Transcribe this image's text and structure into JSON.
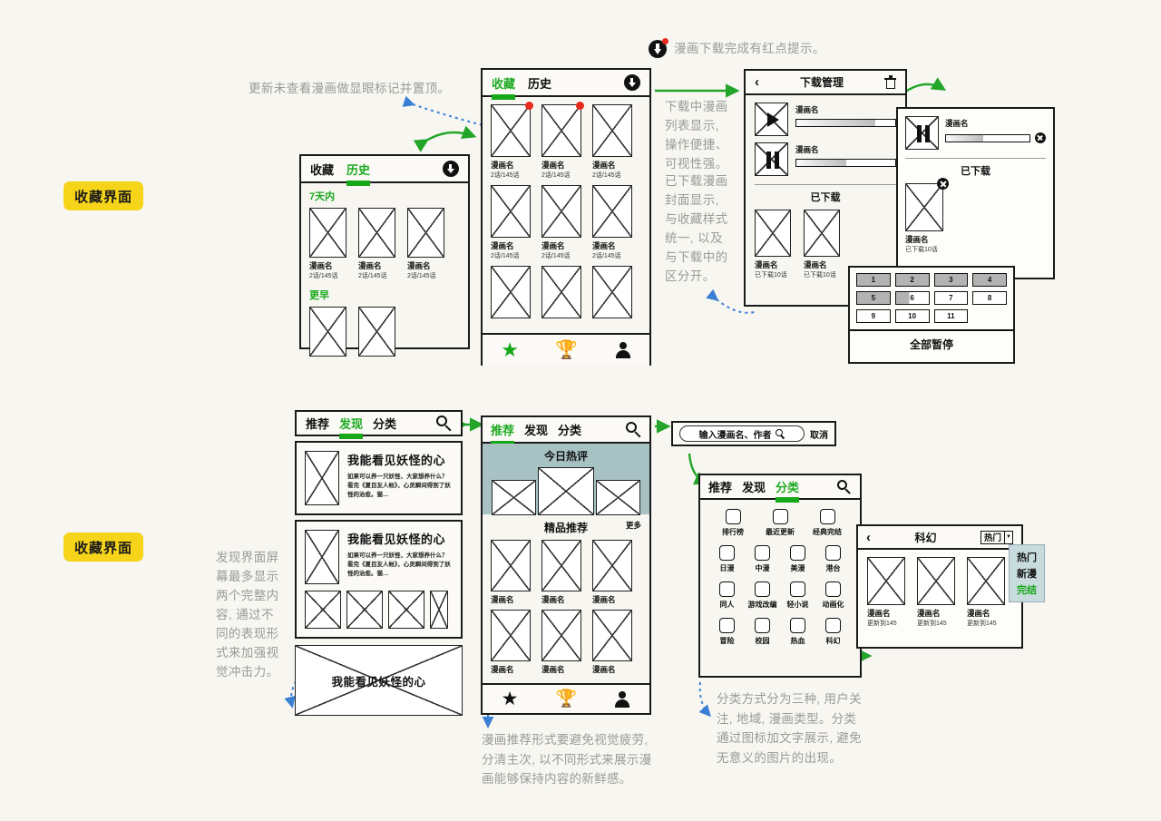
{
  "badges": {
    "top": "收藏界面",
    "bottom": "收藏界面"
  },
  "notes": {
    "top_left": "更新未查看漫画做显眼标记并置顶。",
    "red_dot": "漫画下载完成有红点提示。",
    "download_1": "下载中漫画\n列表显示,\n操作便捷、\n可视性强。",
    "download_2": "已下载漫画\n封面显示,\n与收藏样式\n统一, 以及\n与下载中的\n区分开。",
    "discover": "发现界面屏\n幕最多显示\n两个完整内\n容, 通过不\n同的表现形\n式来加强视\n觉冲击力。",
    "recommend": "漫画推荐形式要避免视觉疲劳,\n分清主次, 以不同形式来展示漫\n画能够保持内容的新鲜感。",
    "category": "分类方式分为三种, 用户关\n注, 地域, 漫画类型。分类\n通过图标加文字展示, 避免\n无意义的图片的出现。"
  },
  "history_screen": {
    "tabs": [
      {
        "label": "收藏",
        "active": false
      },
      {
        "label": "历史",
        "active": true
      }
    ],
    "download_icon": "download-circle-icon",
    "sections": [
      {
        "title": "7天内",
        "items": [
          {
            "name": "漫画名",
            "progress": "2话/145话"
          },
          {
            "name": "漫画名",
            "progress": "2话/145话"
          },
          {
            "name": "漫画名",
            "progress": "2话/145话"
          }
        ]
      },
      {
        "title": "更早",
        "items": [
          {
            "name": "",
            "progress": ""
          },
          {
            "name": "",
            "progress": ""
          }
        ]
      }
    ]
  },
  "favorite_screen": {
    "tabs": [
      {
        "label": "收藏",
        "active": true
      },
      {
        "label": "历史",
        "active": false
      }
    ],
    "download_icon": "download-circle-icon",
    "items": [
      {
        "name": "漫画名",
        "progress": "2话/145话",
        "dot": true
      },
      {
        "name": "漫画名",
        "progress": "2话/145话",
        "dot": true
      },
      {
        "name": "漫画名",
        "progress": "2话/145话",
        "dot": false
      },
      {
        "name": "漫画名",
        "progress": "2话/145话",
        "dot": false
      },
      {
        "name": "漫画名",
        "progress": "2话/145话",
        "dot": false
      },
      {
        "name": "漫画名",
        "progress": "2话/145话",
        "dot": false
      },
      {
        "name": "",
        "progress": "",
        "dot": false
      },
      {
        "name": "",
        "progress": "",
        "dot": false
      },
      {
        "name": "",
        "progress": "",
        "dot": false
      }
    ],
    "nav": [
      {
        "icon": "star-icon",
        "active": true
      },
      {
        "icon": "trophy-icon",
        "active": false
      },
      {
        "icon": "person-icon",
        "active": false
      }
    ]
  },
  "download_screen": {
    "back_icon": "chevron-left-icon",
    "title": "下载管理",
    "delete_icon": "trash-icon",
    "downloading": [
      {
        "name": "漫画名",
        "state": "play-icon",
        "percent": 80
      },
      {
        "name": "漫画名",
        "state": "pause-icon",
        "percent": 50
      }
    ],
    "downloaded_title": "已下载",
    "downloaded": [
      {
        "name": "漫画名",
        "info": "已下载10话"
      },
      {
        "name": "漫画名",
        "info": "已下载10话"
      }
    ]
  },
  "download_detail": {
    "item": {
      "name": "漫画名",
      "state": "pause-icon",
      "percent": 45,
      "close_icon": "close-circle-icon"
    },
    "downloaded_title": "已下载",
    "downloaded": [
      {
        "name": "漫画名",
        "info": "已下载10话",
        "close_icon": "close-circle-icon"
      }
    ]
  },
  "chapter_panel": {
    "chapters": [
      {
        "label": "1",
        "fill": 100
      },
      {
        "label": "2",
        "fill": 100
      },
      {
        "label": "3",
        "fill": 100
      },
      {
        "label": "4",
        "fill": 100
      },
      {
        "label": "5",
        "fill": 100
      },
      {
        "label": "6",
        "fill": 40
      },
      {
        "label": "7",
        "fill": 0
      },
      {
        "label": "8",
        "fill": 0
      },
      {
        "label": "9",
        "fill": 0
      },
      {
        "label": "10",
        "fill": 0
      },
      {
        "label": "11",
        "fill": 0
      }
    ],
    "pause_all": "全部暂停"
  },
  "discover_screen": {
    "tabs": [
      {
        "label": "推荐",
        "active": false
      },
      {
        "label": "发现",
        "active": true
      },
      {
        "label": "分类",
        "active": false
      }
    ],
    "search_icon": "search-icon",
    "cards": [
      {
        "title": "我能看见妖怪的心",
        "body": "如果可以养一只妖怪，大家想养什么？看完《夏目友人帐》，心灵瞬间得到了妖怪的治愈。猫…",
        "thumbs": 0
      },
      {
        "title": "我能看见妖怪的心",
        "body": "如果可以养一只妖怪，大家想养什么？看完《夏目友人帐》，心灵瞬间得到了妖怪的治愈。猫…",
        "thumbs": 4
      }
    ],
    "banner_card": {
      "title": "我能看见妖怪的心"
    }
  },
  "recommend_screen": {
    "tabs": [
      {
        "label": "推荐",
        "active": true
      },
      {
        "label": "发现",
        "active": false
      },
      {
        "label": "分类",
        "active": false
      }
    ],
    "search_icon": "search-icon",
    "hot_title": "今日热评",
    "section_title": "精品推荐",
    "more_label": "更多",
    "items": [
      {
        "name": "漫画名"
      },
      {
        "name": "漫画名"
      },
      {
        "name": "漫画名"
      },
      {
        "name": "漫画名"
      },
      {
        "name": "漫画名"
      },
      {
        "name": "漫画名"
      }
    ],
    "nav": [
      {
        "icon": "star-icon",
        "active": false
      },
      {
        "icon": "trophy-icon",
        "active": true
      },
      {
        "icon": "person-icon",
        "active": false
      }
    ]
  },
  "search_bar": {
    "placeholder": "输入漫画名、作者",
    "search_icon": "search-icon",
    "cancel": "取消"
  },
  "category_screen": {
    "tabs": [
      {
        "label": "推荐",
        "active": false
      },
      {
        "label": "发现",
        "active": false
      },
      {
        "label": "分类",
        "active": true
      }
    ],
    "search_icon": "search-icon",
    "rows": [
      [
        {
          "label": "排行榜"
        },
        {
          "label": "最近更新"
        },
        {
          "label": "经典完结"
        }
      ],
      [
        {
          "label": "日漫"
        },
        {
          "label": "中漫"
        },
        {
          "label": "美漫"
        },
        {
          "label": "港台"
        }
      ],
      [
        {
          "label": "同人"
        },
        {
          "label": "游戏改编"
        },
        {
          "label": "轻小说"
        },
        {
          "label": "动画化"
        }
      ],
      [
        {
          "label": "冒险"
        },
        {
          "label": "校园"
        },
        {
          "label": "热血"
        },
        {
          "label": "科幻"
        }
      ]
    ]
  },
  "genre_screen": {
    "back_icon": "chevron-left-icon",
    "title": "科幻",
    "filter": {
      "value": "热门",
      "caret": "caret-down-icon"
    },
    "items": [
      {
        "name": "漫画名",
        "info": "更新到145"
      },
      {
        "name": "漫画名",
        "info": "更新到145"
      },
      {
        "name": "漫画名",
        "info": "更新到145"
      }
    ],
    "dropdown": [
      "热门",
      "新漫",
      "完结"
    ]
  },
  "colors": {
    "accent_green": "#17a81a",
    "badge_yellow": "#f5d419",
    "banner_blue": "#a8c2c4",
    "red_dot": "#e8291c",
    "note_gray": "#9b9b96"
  }
}
